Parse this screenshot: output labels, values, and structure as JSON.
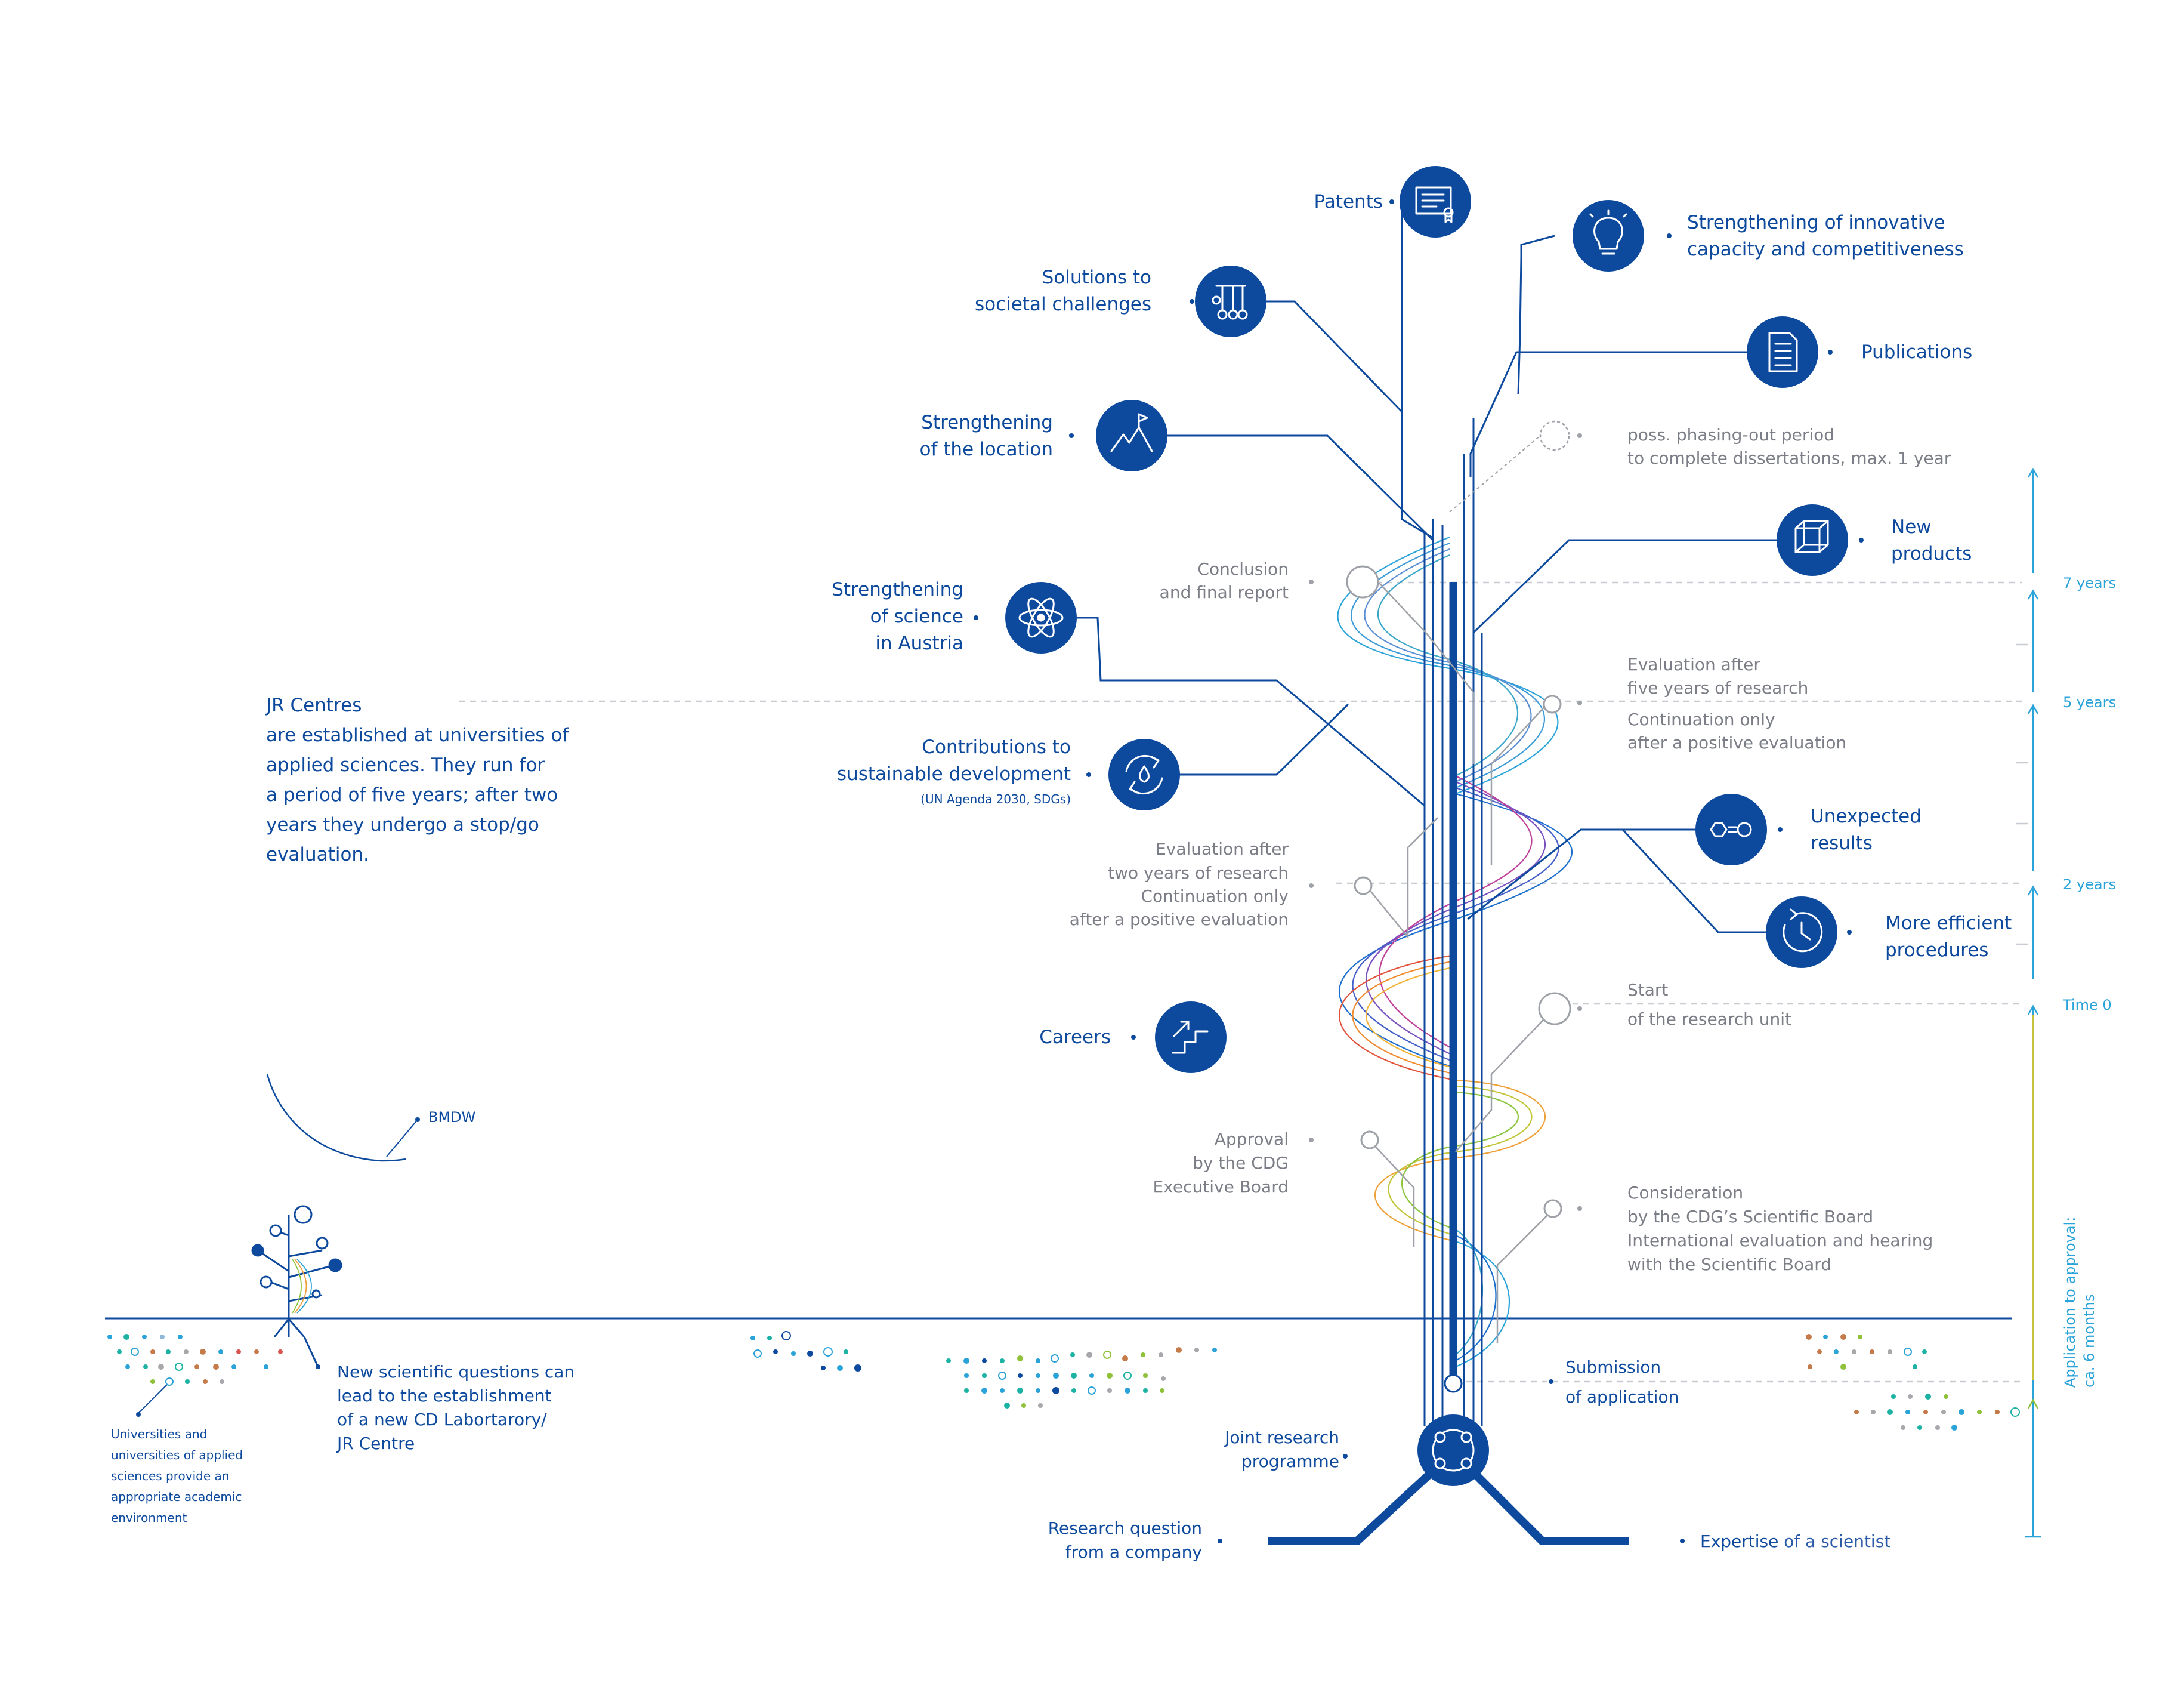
{
  "outcomes": {
    "patents": "Patents",
    "societal_1": "Solutions to",
    "societal_2": "societal challenges",
    "location_1": "Strengthening",
    "location_2": "of the location",
    "science_1": "Strengthening",
    "science_2": "of science",
    "science_3": "in Austria",
    "sustain_1": "Contributions to",
    "sustain_2": "sustainable development",
    "sustain_3": "(UN Agenda 2030, SDGs)",
    "careers": "Careers",
    "innov_1": "Strengthening of innovative",
    "innov_2": "capacity and competitiveness",
    "publications": "Publications",
    "newprod_1": "New",
    "newprod_2": "products",
    "unexp_1": "Unexpected",
    "unexp_2": "results",
    "effic_1": "More efficient",
    "effic_2": "procedures"
  },
  "milestones": {
    "phase_1": "poss. phasing-out period",
    "phase_2": "to complete dissertations, max. 1 year",
    "conclusion_1": "Conclusion",
    "conclusion_2": "and final report",
    "eval5_1": "Evaluation after",
    "eval5_2": "five years of research",
    "eval5_3": "Continuation only",
    "eval5_4": "after a positive evaluation",
    "eval2_1": "Evaluation after",
    "eval2_2": "two years of research",
    "eval2_3": "Continuation only",
    "eval2_4": "after a positive evaluation",
    "start_1": "Start",
    "start_2": "of the research unit",
    "approval_1": "Approval",
    "approval_2": "by the CDG",
    "approval_3": "Executive Board",
    "consid_1": "Consideration",
    "consid_2": "by the CDG’s Scientific Board",
    "consid_3": "International evaluation and hearing",
    "consid_4": "with the Scientific Board",
    "submission_1": "Submission",
    "submission_2": "of application",
    "joint_1": "Joint research",
    "joint_2": "programme",
    "rq_1": "Research question",
    "rq_2": "from a company",
    "expertise_bold": "Expertise",
    "expertise_rest": " of a scientist"
  },
  "timeline": {
    "y7": "7 years",
    "y5": "5 years",
    "y2": "2 years",
    "t0": "Time 0",
    "approval_1": "Application to approval:",
    "approval_2": "ca. 6 months"
  },
  "left": {
    "jr_title": "JR Centres",
    "jr_1": "are established at universities of",
    "jr_2": "applied sciences. They run for",
    "jr_3": "a period of five years; after two",
    "jr_4": "years they undergo a stop/go",
    "jr_5": "evaluation.",
    "bmdw": "BMDW",
    "new_1": "New scientific questions can",
    "new_2": "lead to the establishment",
    "new_3": "of a new CD Labortarory/",
    "new_4": "JR Centre",
    "uni_1": "Universities and",
    "uni_2": "universities of applied",
    "uni_3": "sciences provide an",
    "uni_4": "appropriate academic",
    "uni_5": "environment"
  },
  "colors": {
    "navy": "#0d4a9e",
    "grey": "#7b7e86",
    "light_blue": "#2aa3d9",
    "line_grey": "#9ea2a8"
  },
  "icons": [
    "certificate-icon",
    "switches-icon",
    "mountain-flag-icon",
    "atom-icon",
    "water-cycle-icon",
    "stairs-icon",
    "lightbulb-icon",
    "document-icon",
    "cube-icon",
    "hexagon-link-icon",
    "clock-icon",
    "network-node-icon"
  ]
}
